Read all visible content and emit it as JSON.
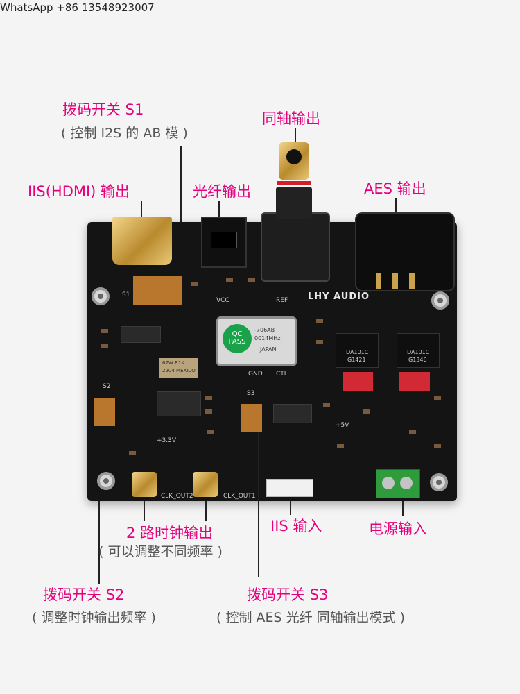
{
  "watermark": "WhatsApp +86 13548923007",
  "labels": {
    "s1_title": "拨码开关 S1",
    "s1_sub": "( 控制 I2S 的 AB 模 )",
    "coax_out": "同轴输出",
    "iis_hdmi_out": "IIS(HDMI) 输出",
    "optical_out": "光纤输出",
    "aes_out": "AES 输出",
    "clock_out": "2 路时钟输出",
    "clock_out_sub": "( 可以调整不同频率 )",
    "iis_in": "IIS 输入",
    "power_in": "电源输入",
    "s2_title": "拨码开关 S2",
    "s2_sub": "( 调整时钟输出频率 )",
    "s3_title": "拨码开关 S3",
    "s3_sub": "( 控制 AES 光纤 同轴输出模式 )"
  },
  "board": {
    "brand": "LHY AUDIO",
    "qc_line1": "QC",
    "qc_line2": "PASS",
    "osc_text1": "-706AB",
    "osc_text2": "0014MHz",
    "osc_text3": "JAPAN",
    "chip1_line1": "DA101C",
    "chip1_line2": "G1421",
    "chip2_line1": "DA101C",
    "chip2_line2": "G1346",
    "clk1": "CLK_OUT1",
    "clk2": "CLK_OUT2",
    "s1": "S1",
    "s2": "S2",
    "s3": "S3",
    "vcc": "VCC",
    "ref": "REF",
    "gnd": "GND",
    "ctl": "CTL",
    "plus33": "+3.3V",
    "plus5": "+5V",
    "ic_mark1": "67W R1K",
    "ic_mark2": "2204 MEXICO"
  }
}
